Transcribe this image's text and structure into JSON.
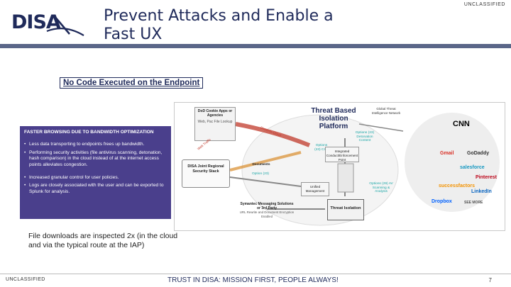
{
  "header": {
    "logo_text": "DISA",
    "title_line1": "Prevent Attacks and Enable a",
    "title_line2": "Fast UX",
    "classification": "UNCLASSIFIED"
  },
  "subtitle": "No Code Executed on the Endpoint",
  "purple_box": {
    "heading": "FASTER BROWSING DUE TO BANDWIDTH OPTIMIZATION",
    "bullets_group1": [
      "Less data transporting to endpoints frees up bandwidth.",
      "Performing security activities (file antivirus scanning, detonation, hash comparison) in the cloud instead of at the internet access points alleviates congestion."
    ],
    "bullets_group2": [
      "Increased granular control for user policies.",
      "Logs are closely associated with the user and can be exported to Splunk for analysis."
    ]
  },
  "diagram": {
    "dod_box_title": "DoD Cookie Apps or Agencies",
    "dod_box_sub": "Web, Pac File Lookup",
    "threat_isolation_platform": "Threat Based Isolation Platform",
    "global_threat_network": "Global Threat Intelligence Network",
    "joint_stack": "DISA Joint Regional Security Stack",
    "documents": "Documents",
    "option_23_left": "Option (23)",
    "option_23_mid": "Options (23) CSS",
    "option_23_top": "Options (23) Detonation Content",
    "option_29": "Options (29) AV Scanning & Analysis",
    "unified_management": "Unified Management",
    "integrated_conduit": "Integrated Conduct/Enforcement Point",
    "symantec": "Symantec Messaging Solutions or 3rd Party",
    "symantec_sub": "URL Rewrite and Document Encryption Enabled",
    "threat_isolation": "Threat Isolation",
    "direct_to_cloud": "Direct-to-Cloud",
    "web_traffic": "Web Traffic",
    "logos": [
      "CNN",
      "Gmail",
      "GoDaddy",
      "salesforce",
      "Pinterest",
      "Dropbox",
      "LinkedIn",
      "successfactors",
      "SEE MORE"
    ]
  },
  "note": "File downloads are inspected 2x (in the cloud and via the typical route at the IAP)",
  "footer": {
    "classification": "UNCLASSIFIED",
    "tagline": "TRUST IN DISA: MISSION FIRST, PEOPLE ALWAYS!",
    "page_number": "7"
  },
  "colors": {
    "navy": "#1f2a5a",
    "purple_box": "#4a3f8c",
    "header_bar": "#5a6688",
    "teal_option": "#1aa6a6"
  }
}
